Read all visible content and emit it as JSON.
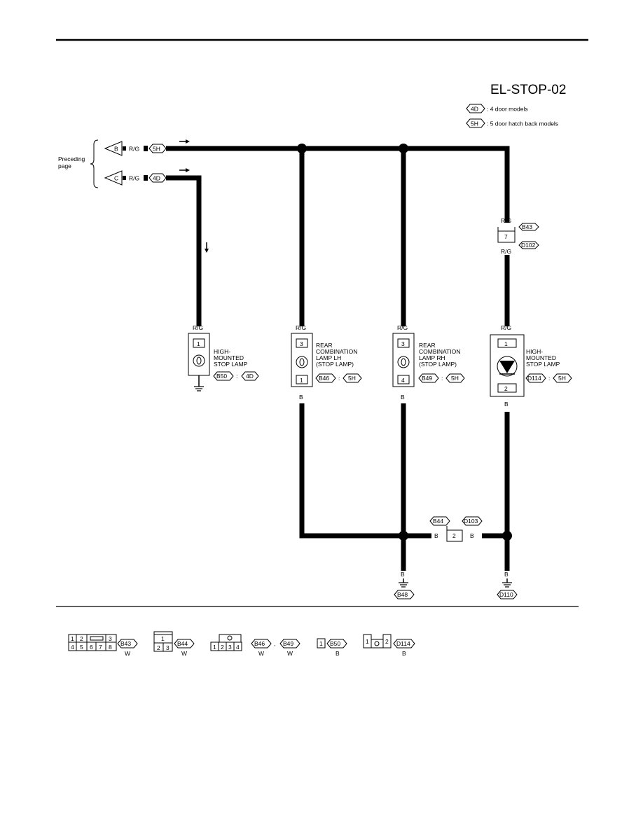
{
  "page": {
    "diagram_id": "EL-STOP-02",
    "legend": [
      {
        "tag": "4D",
        "text": ": 4 door models"
      },
      {
        "tag": "5H",
        "text": ": 5 door hatch back models"
      }
    ],
    "preceding_label_1": "Preceding",
    "preceding_label_2": "page"
  },
  "inputs": [
    {
      "letter": "B",
      "wire": "R/G",
      "model": "5H"
    },
    {
      "letter": "C",
      "wire": "R/G",
      "model": "4D"
    }
  ],
  "wire_colors": {
    "rg": "R/G",
    "b": "B"
  },
  "connectors": {
    "b43": "B43",
    "d102": "D102",
    "pin7": "7",
    "b44": "B44",
    "d103": "D103",
    "pin2": "2",
    "b48": "B48",
    "d110": "D110"
  },
  "lamps": [
    {
      "id": "hm4d",
      "name_lines": [
        "HIGH-",
        "MOUNTED",
        "STOP LAMP"
      ],
      "connector": "B50",
      "model": "4D",
      "pin_top": "1",
      "pin_bottom": ""
    },
    {
      "id": "lh",
      "name_lines": [
        "REAR",
        "COMBINATION",
        "LAMP LH",
        "(STOP LAMP)"
      ],
      "connector": "B46",
      "model": "5H",
      "pin_top": "3",
      "pin_bottom": "1"
    },
    {
      "id": "rh",
      "name_lines": [
        "REAR",
        "COMBINATION",
        "LAMP RH",
        "(STOP LAMP)"
      ],
      "connector": "B49",
      "model": "5H",
      "pin_top": "3",
      "pin_bottom": "4"
    },
    {
      "id": "hm5h",
      "name_lines": [
        "HIGH-",
        "MOUNTED",
        "STOP LAMP"
      ],
      "connector": "D114",
      "model": "5H",
      "pin_top": "1",
      "pin_bottom": "2"
    }
  ],
  "connector_views": [
    {
      "id": "B43",
      "color": "W",
      "pins_top": [
        "1",
        "2",
        "",
        "3"
      ],
      "pins_bottom": [
        "4",
        "5",
        "6",
        "7",
        "8"
      ]
    },
    {
      "id": "B44",
      "color": "W",
      "pins_top": [
        "1"
      ],
      "pins_bottom": [
        "2",
        "3"
      ]
    },
    {
      "id": "B46",
      "color": "W",
      "pins": [
        "1",
        "2",
        "3",
        "4"
      ]
    },
    {
      "id": "B49",
      "color": "W"
    },
    {
      "id": "B50",
      "color": "B",
      "pins": [
        "1"
      ]
    },
    {
      "id": "D114",
      "color": "B",
      "pins": [
        "1",
        "2"
      ]
    }
  ],
  "separator": ","
}
